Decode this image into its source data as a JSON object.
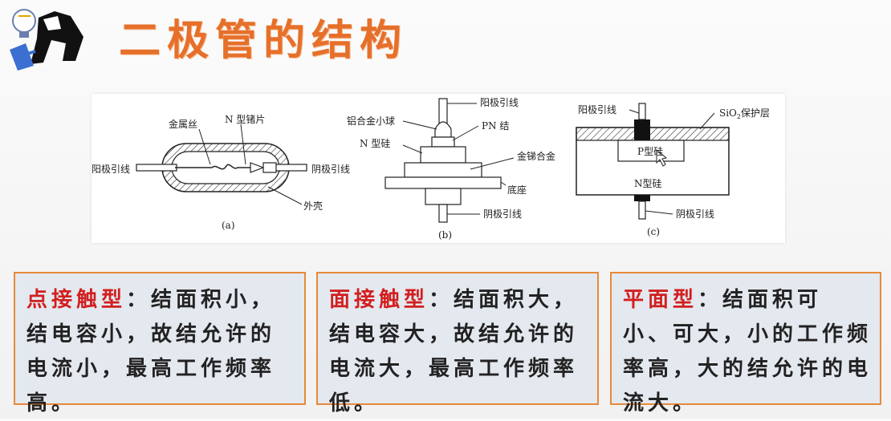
{
  "title": "二极管的结构",
  "colors": {
    "title": "#e6702a",
    "term": "#d11f1f",
    "box_border": "#e58a3a",
    "box_bg": "#e4e8ef"
  },
  "logo": {
    "icon": "lightbulb-person-icon"
  },
  "figures": {
    "a": {
      "caption": "(a)",
      "labels": {
        "metal_wire": "金属丝",
        "n_ge_chip": "N 型锗片",
        "anode_lead": "阳极引线",
        "cathode_lead": "阴极引线",
        "shell": "外壳"
      }
    },
    "b": {
      "caption": "(b)",
      "labels": {
        "anode_lead": "阳极引线",
        "al_alloy_ball": "铝合金小球",
        "pn_junction": "PN 结",
        "n_si": "N 型硅",
        "au_sb_alloy": "金锑合金",
        "base": "底座",
        "cathode_lead": "阴极引线"
      }
    },
    "c": {
      "caption": "(c)",
      "labels": {
        "anode_lead": "阳极引线",
        "sio2_main": "SiO",
        "sio2_sub": "2",
        "protect_layer": "保护层",
        "p_si": "P型硅",
        "n_si": "N型硅",
        "cathode_lead": "阴极引线"
      }
    }
  },
  "boxes": [
    {
      "term": "点接触型",
      "sep": "：",
      "text": "结面积小，结电容小，故结允许的电流小，最高工作频率高。"
    },
    {
      "term": "面接触型",
      "sep": "：",
      "text": "结面积大，结电容大，故结允许的电流大，最高工作频率低。"
    },
    {
      "term": "平面型",
      "sep": "：",
      "text": "结面积可小、可大，小的工作频率高，大的结允许的电流大。"
    }
  ]
}
